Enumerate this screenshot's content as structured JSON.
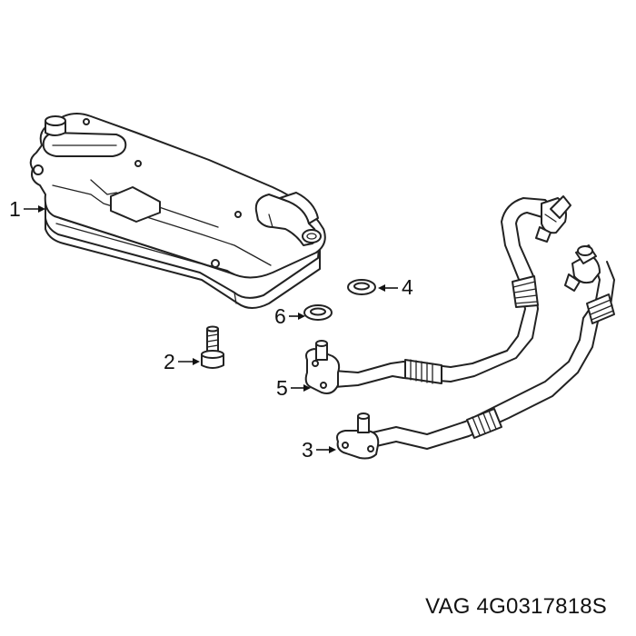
{
  "callouts": {
    "c1": "1",
    "c2": "2",
    "c3": "3",
    "c4": "4",
    "c5": "5",
    "c6": "6"
  },
  "footer": {
    "part_number": "VAG 4G0317818S"
  },
  "colors": {
    "line": "#222222",
    "background": "#ffffff"
  }
}
